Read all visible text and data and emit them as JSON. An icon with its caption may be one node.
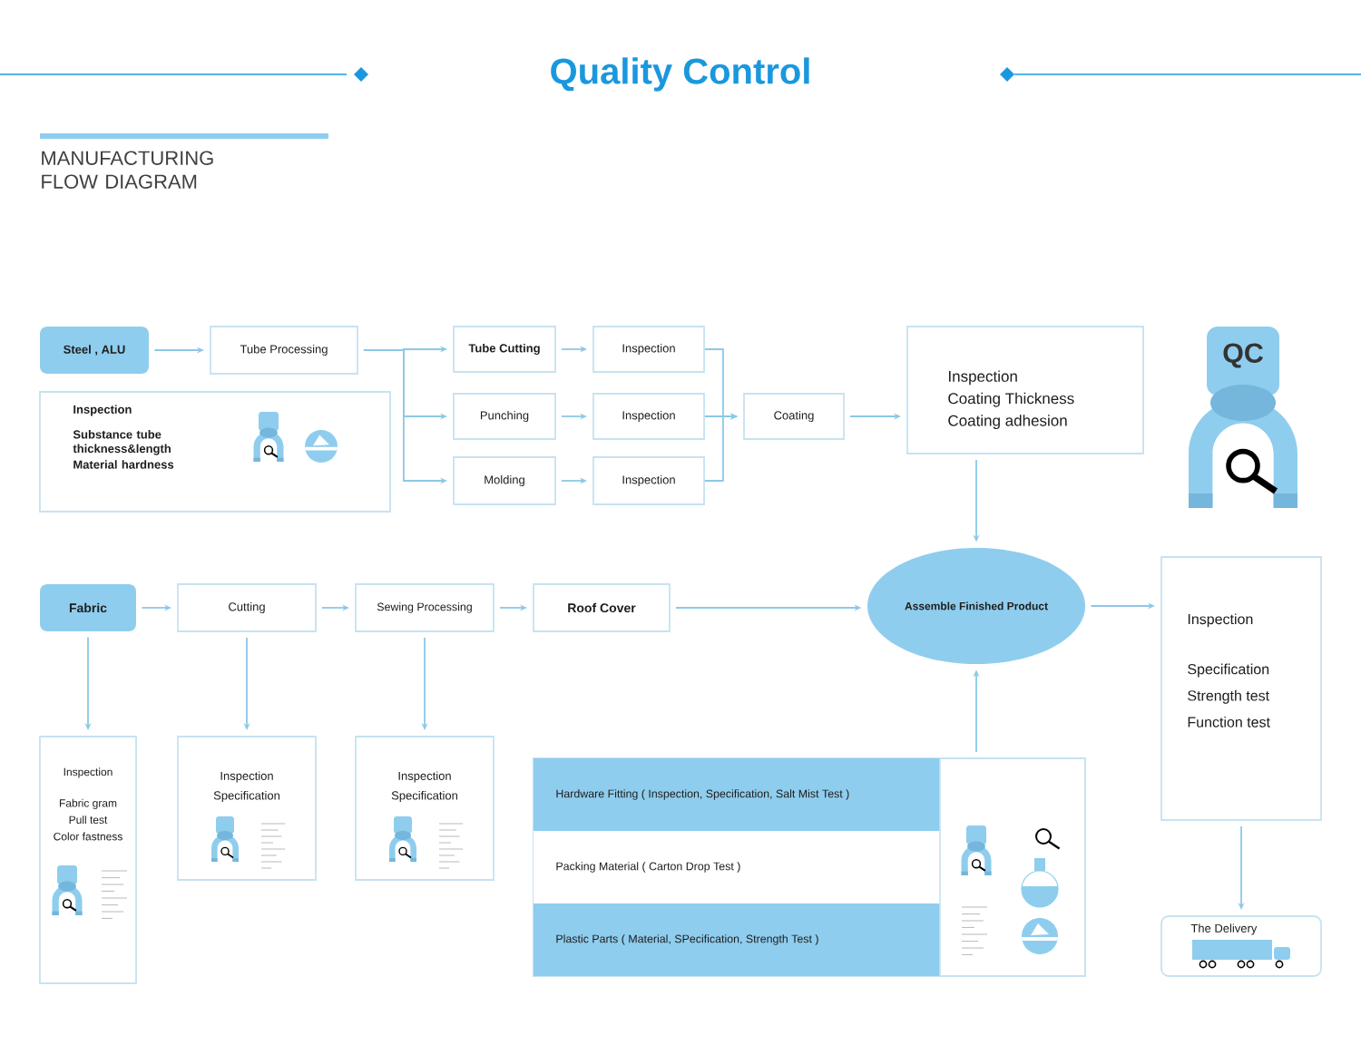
{
  "diagram": {
    "title": "Quality Control",
    "nodes": [
      {
        "text": [
          "Steel , ALU"
        ]
      },
      {
        "text": [
          "Tube Processing"
        ]
      },
      {
        "text": [
          "Inspection",
          "Substance tube thickness&length",
          "Material hardness"
        ]
      },
      {
        "text": [
          "Tube Cutting"
        ]
      },
      {
        "text": [
          "Punching"
        ]
      },
      {
        "text": [
          "Molding"
        ]
      },
      {
        "text": [
          "Inspection"
        ]
      },
      {
        "text": [
          "Inspection"
        ]
      },
      {
        "text": [
          "Inspection"
        ]
      },
      {
        "text": [
          "Coating"
        ]
      },
      {
        "text": [
          "Inspection",
          "Coating Thickness",
          "Coating adhesion"
        ]
      },
      {
        "text": [
          "Fabric"
        ]
      },
      {
        "text": [
          "Cutting"
        ]
      },
      {
        "text": [
          "Sewing Processing"
        ]
      },
      {
        "text": [
          "Roof Cover"
        ]
      },
      {
        "text": [
          "Assemble Finished Product"
        ]
      },
      {
        "text": [
          "Inspection",
          "Specification",
          "Strength test",
          "Function test"
        ]
      },
      {
        "text": [
          "The Delivery"
        ]
      },
      {
        "text": [
          "Inspection",
          "Fabric gram",
          "Pull test",
          "Color fastness"
        ]
      },
      {
        "text": [
          "Inspection",
          "Specification"
        ]
      },
      {
        "text": [
          "Inspection",
          "Specification"
        ]
      },
      {
        "text": [],
        "shape": "box"
      },
      {
        "text": [
          "Hardware Fitting ( Inspection, Specification, Salt Mist Test )"
        ],
        "in": 21
      },
      {
        "text": [
          "Packing Material ( Carton Drop Test )"
        ],
        "in": 21
      },
      {
        "text": [
          "Plastic Parts ( Material, SPecification, Strength Test )"
        ],
        "in": 21
      }
    ],
    "edges": [
      {
        "from": 0,
        "to": 1,
        "arrow": "to"
      },
      {
        "from": 1,
        "to": 3,
        "arrow": "to"
      },
      {
        "from": 1,
        "to": 4,
        "arrow": "to"
      },
      {
        "from": 1,
        "to": 5,
        "arrow": "to"
      },
      {
        "from": 3,
        "to": 6,
        "arrow": "to"
      },
      {
        "from": 4,
        "to": 7,
        "arrow": "to"
      },
      {
        "from": 5,
        "to": 8,
        "arrow": "to"
      },
      {
        "from": 6,
        "to": 9,
        "arrow": "to"
      },
      {
        "from": 7,
        "to": 9,
        "arrow": "to"
      },
      {
        "from": 8,
        "to": 9,
        "arrow": "to"
      },
      {
        "from": 9,
        "to": 10,
        "arrow": "to"
      },
      {
        "from": 10,
        "to": 15,
        "arrow": "to"
      },
      {
        "from": 11,
        "to": 12,
        "arrow": "to"
      },
      {
        "from": 12,
        "to": 13,
        "arrow": "to"
      },
      {
        "from": 13,
        "to": 14,
        "arrow": "to"
      },
      {
        "from": 14,
        "to": 15,
        "arrow": "to"
      },
      {
        "from": 15,
        "to": 16,
        "arrow": "to"
      },
      {
        "from": 16,
        "to": 17,
        "arrow": "to"
      },
      {
        "from": 11,
        "to": 18,
        "arrow": "to"
      },
      {
        "from": 12,
        "to": 19,
        "arrow": "to"
      },
      {
        "from": 13,
        "to": 20,
        "arrow": "to"
      },
      {
        "from": 21,
        "to": 15,
        "arrow": "to"
      }
    ],
    "labels": [
      "MANUFACTURING FLOW DIAGRAM",
      "QC"
    ]
  }
}
